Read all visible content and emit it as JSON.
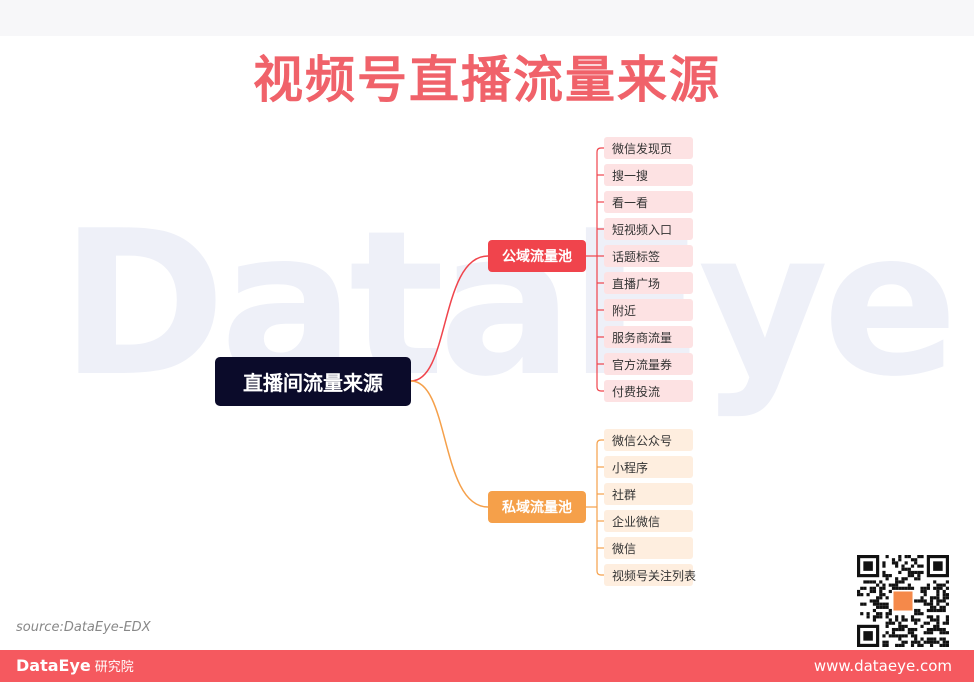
{
  "title": "视频号直播流量来源",
  "watermark": "DataEye",
  "diagram": {
    "root": "直播间流量来源",
    "branches": [
      {
        "label": "公域流量池",
        "color": "#f0444c",
        "items": [
          "微信发现页",
          "搜一搜",
          "看一看",
          "短视频入口",
          "话题标签",
          "直播广场",
          "附近",
          "服务商流量",
          "官方流量券",
          "付费投流"
        ]
      },
      {
        "label": "私域流量池",
        "color": "#f5a04a",
        "items": [
          "微信公众号",
          "小程序",
          "社群",
          "企业微信",
          "微信",
          "视频号关注列表"
        ]
      }
    ]
  },
  "source": "source:DataEye-EDX",
  "footer": {
    "brand": "DataEye",
    "brand_sub": "研究院",
    "url": "www.dataeye.com"
  },
  "colors": {
    "title": "#f0626a",
    "footer": "#f5595f",
    "root_bg": "#0b0b2a"
  }
}
